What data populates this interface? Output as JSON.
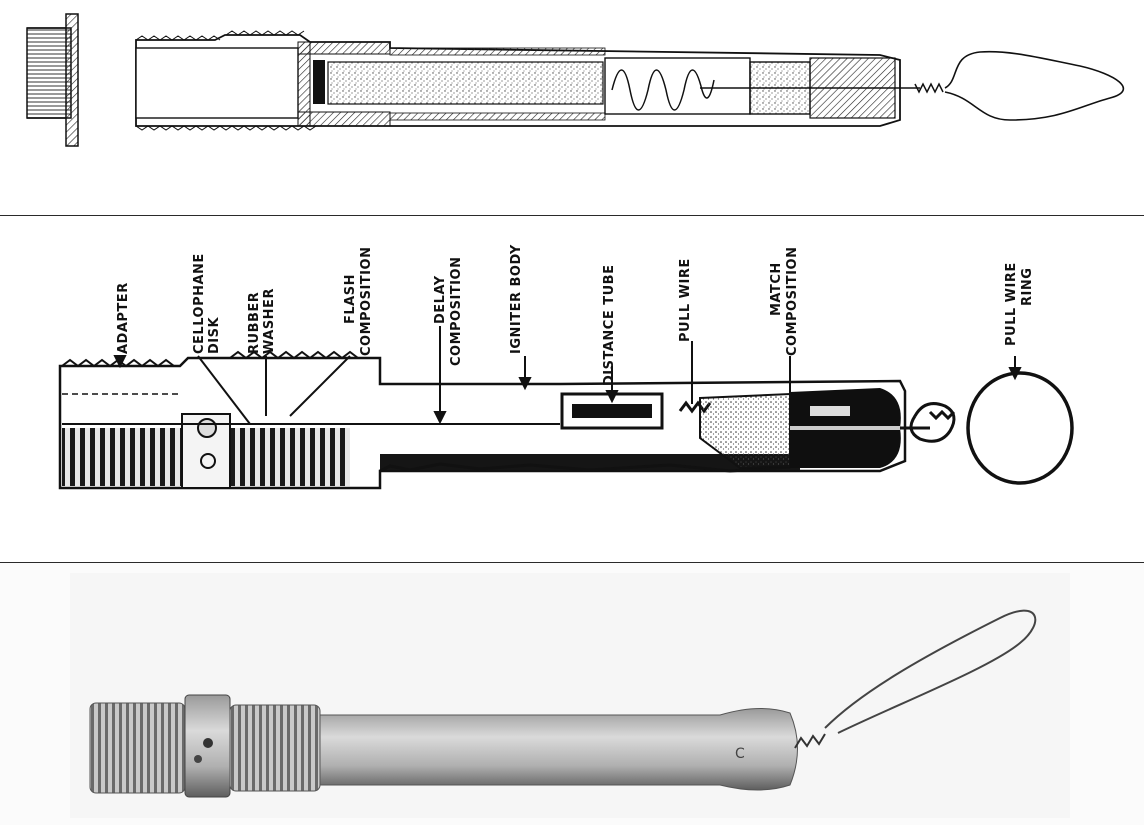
{
  "figure": {
    "panels": [
      {
        "name": "cross-section-drawing"
      },
      {
        "name": "labeled-cutaway"
      },
      {
        "name": "exterior-photograph"
      }
    ]
  },
  "labels": {
    "adapter": "ADAPTER",
    "cellophane_1": "CELLOPHANE",
    "cellophane_2": "DISK",
    "rubber_1": "RUBBER",
    "rubber_2": "WASHER",
    "flash_1": "FLASH",
    "flash_2": "COMPOSITION",
    "delay_1": "DELAY",
    "delay_2": "COMPOSITION",
    "igniter_body": "IGNITER BODY",
    "distance_tube": "DISTANCE TUBE",
    "pull_wire": "PULL WIRE",
    "match_1": "MATCH",
    "match_2": "COMPOSITION",
    "pull_ring_1": "PULL WIRE",
    "pull_ring_2": "RING"
  },
  "colors": {
    "ink": "#111111",
    "paper": "#ffffff",
    "photo_metal": "#b9b9b9",
    "photo_shadow": "#6e6e6e"
  }
}
